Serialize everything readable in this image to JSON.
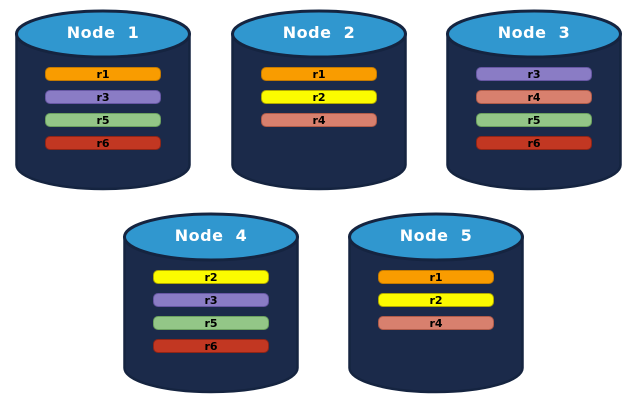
{
  "background_color": "#FFFFFF",
  "cylinder": {
    "body_color": "#1B2A4A",
    "top_color": "#3097CF",
    "outline_color": "#152440"
  },
  "replica_colors": {
    "r1": {
      "fill": "#F99C00",
      "border": "#C47A00"
    },
    "r2": {
      "fill": "#FBFB00",
      "border": "#B0A800"
    },
    "r3": {
      "fill": "#8A7CC5",
      "border": "#6757A4"
    },
    "r4": {
      "fill": "#D8806E",
      "border": "#B05B49"
    },
    "r5": {
      "fill": "#93C687",
      "border": "#6BA05F"
    },
    "r6": {
      "fill": "#C23722",
      "border": "#8F2517"
    }
  },
  "nodes": [
    {
      "title": "Node  1",
      "replicas": [
        "r1",
        "r3",
        "r5",
        "r6"
      ]
    },
    {
      "title": "Node  2",
      "replicas": [
        "r1",
        "r2",
        "r4"
      ]
    },
    {
      "title": "Node  3",
      "replicas": [
        "r3",
        "r4",
        "r5",
        "r6"
      ]
    },
    {
      "title": "Node  4",
      "replicas": [
        "r2",
        "r3",
        "r5",
        "r6"
      ]
    },
    {
      "title": "Node  5",
      "replicas": [
        "r1",
        "r2",
        "r4"
      ]
    }
  ]
}
